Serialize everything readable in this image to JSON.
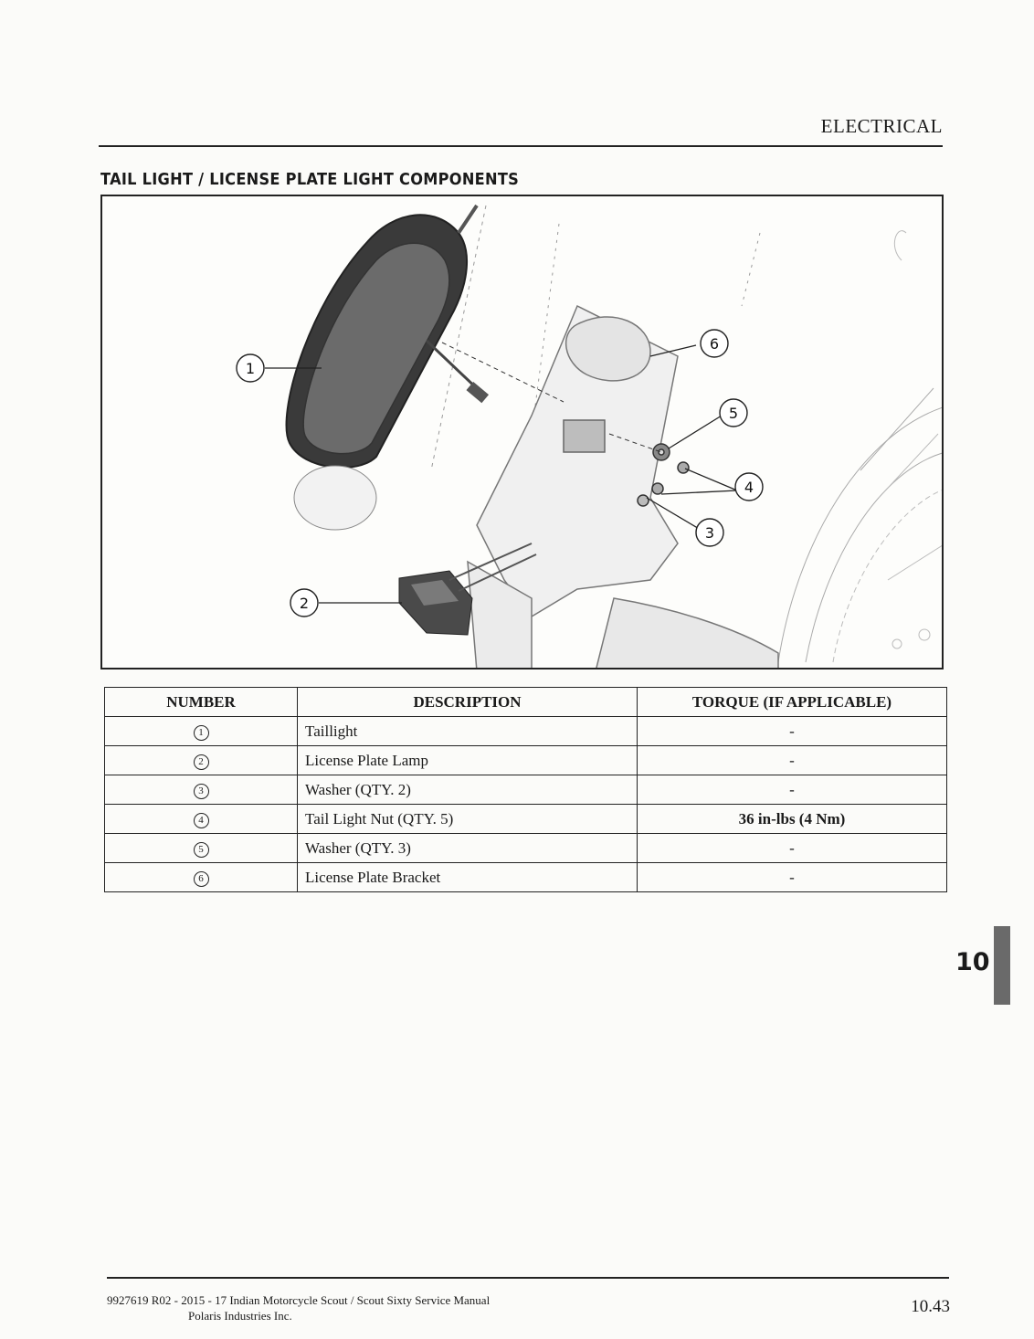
{
  "header": {
    "section": "ELECTRICAL"
  },
  "title": "TAIL LIGHT / LICENSE PLATE LIGHT COMPONENTS",
  "figure": {
    "callouts": [
      "1",
      "2",
      "3",
      "4",
      "5",
      "6"
    ]
  },
  "table": {
    "headers": [
      "NUMBER",
      "DESCRIPTION",
      "TORQUE (IF APPLICABLE)"
    ],
    "rows": [
      {
        "number": "1",
        "description": "Taillight",
        "torque": "-"
      },
      {
        "number": "2",
        "description": "License Plate Lamp",
        "torque": "-"
      },
      {
        "number": "3",
        "description": "Washer (QTY. 2)",
        "torque": "-"
      },
      {
        "number": "4",
        "description": "Tail Light Nut (QTY. 5)",
        "torque": "36 in-lbs (4 Nm)"
      },
      {
        "number": "5",
        "description": "Washer (QTY. 3)",
        "torque": "-"
      },
      {
        "number": "6",
        "description": "License Plate Bracket",
        "torque": "-"
      }
    ]
  },
  "chapter_tab": "10",
  "footer": {
    "line1": "9927619 R02 - 2015 - 17 Indian Motorcycle Scout / Scout Sixty Service Manual",
    "line2": "Polaris Industries Inc.",
    "page": "10.43"
  }
}
